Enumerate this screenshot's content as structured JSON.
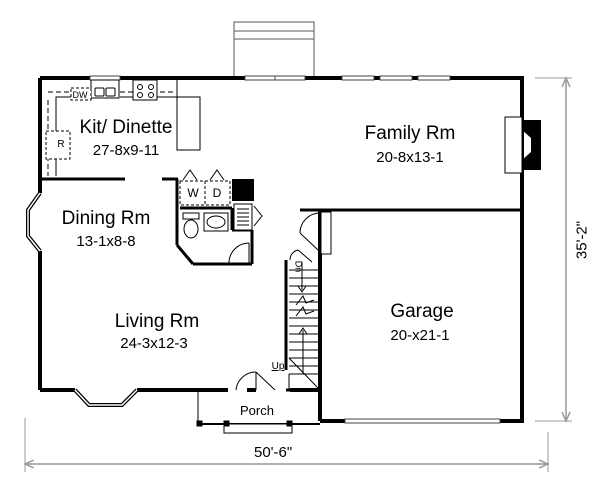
{
  "plan": {
    "rooms": [
      {
        "name": "Kit/ Dinette",
        "size": "27-8x9-11"
      },
      {
        "name": "Family Rm",
        "size": "20-8x13-1"
      },
      {
        "name": "Dining Rm",
        "size": "13-1x8-8"
      },
      {
        "name": "Living Rm",
        "size": "24-3x12-3"
      },
      {
        "name": "Garage",
        "size": "20-x21-1"
      },
      {
        "name": "Porch"
      }
    ],
    "fixtures": {
      "dishwasher": "DW",
      "refrigerator": "R",
      "washer": "W",
      "dryer": "D",
      "stairs_down": "Dn",
      "stairs_up": "Up"
    },
    "dimensions": {
      "width": "50'-6\"",
      "depth": "35'-2\""
    }
  }
}
